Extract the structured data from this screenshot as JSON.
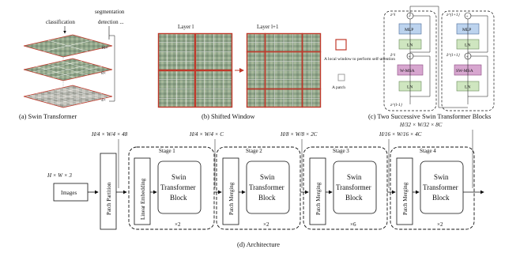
{
  "panel_a": {
    "top_labels": [
      "classification",
      "segmentation",
      "detection ..."
    ],
    "layer_labels": [
      "16×",
      "8×",
      "4×"
    ],
    "caption": "(a) Swin Transformer"
  },
  "panel_b": {
    "layer_l": "Layer l",
    "layer_l1": "Layer l+1",
    "legend_window": "A local window to perform self-attention",
    "legend_patch": "A patch",
    "caption": "(b) Shifted Window"
  },
  "panel_c": {
    "block_left": {
      "mlp": "MLP",
      "ln_top": "LN",
      "attn": "W-MSA",
      "ln_bottom": "LN",
      "z_out": "z^l",
      "z_mid": "ẑ^l",
      "z_in": "z^{l-1}"
    },
    "block_right": {
      "mlp": "MLP",
      "ln_top": "LN",
      "attn": "SW-MSA",
      "ln_bottom": "LN",
      "z_out": "z^{l+1}",
      "z_mid": "ẑ^{l+1}"
    },
    "caption": "(c) Two Successive Swin Transformer Blocks"
  },
  "panel_d": {
    "input_dim": "H × W × 3",
    "images": "Images",
    "patch_partition": "Patch Partition",
    "linear_embedding": "Linear Embedding",
    "patch_merging": "Patch Merging",
    "block_text": [
      "Swin",
      "Transformer",
      "Block"
    ],
    "stages": [
      {
        "name": "Stage 1",
        "dim": "H/4 × W/4 × C",
        "repeat": "×2"
      },
      {
        "name": "Stage 2",
        "dim": "H/8 × W/8 × 2C",
        "repeat": "×2"
      },
      {
        "name": "Stage 3",
        "dim": "H/16 × W/16 × 4C",
        "repeat": "×6"
      },
      {
        "name": "Stage 4",
        "dim": "H/32 × W/32 × 8C",
        "repeat": "×2"
      }
    ],
    "first_dim": "H/4 × W/4 × 48",
    "caption": "(d) Architecture"
  },
  "colors": {
    "mlp": "#bcd3ee",
    "ln": "#cfe6c0",
    "attn": "#d7a6cf",
    "window": "#c0392b",
    "patch_grid": "#9aa0a0"
  }
}
